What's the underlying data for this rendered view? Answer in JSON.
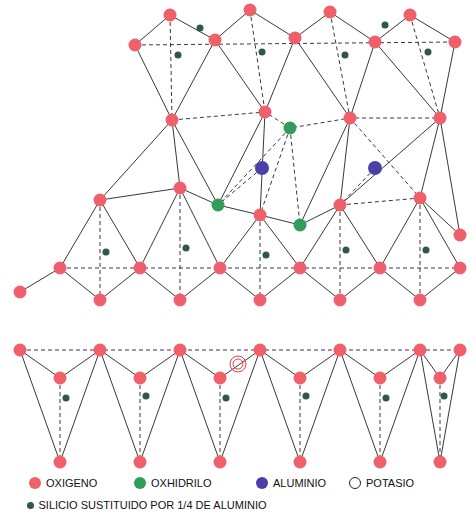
{
  "diagram": {
    "legend": [
      {
        "text": "OXIGENO",
        "color": "#f0606a"
      },
      {
        "text": "OXHIDRILO",
        "color": "#2e9e5a"
      },
      {
        "text": "ALUMINIO",
        "color": "#4b3fa8"
      },
      {
        "text": "POTASIO"
      },
      {
        "text": "SILICIO SUSTITUIDO POR 1/4 DE ALUMINIO",
        "color": "#2f5a40"
      }
    ]
  }
}
